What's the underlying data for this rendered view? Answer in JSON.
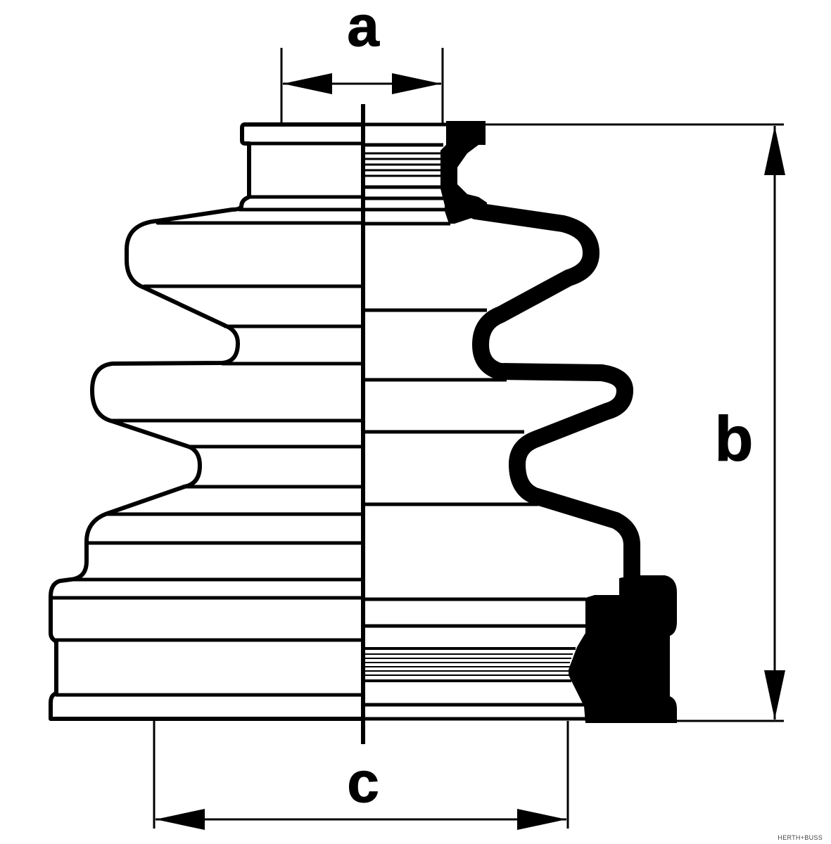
{
  "diagram": {
    "title": "",
    "subject": "CV joint boot (bellow) dimension drawing",
    "dimensions": [
      {
        "key": "a",
        "label": "a"
      },
      {
        "key": "b",
        "label": "b"
      },
      {
        "key": "c",
        "label": "c"
      }
    ]
  },
  "brand": {
    "text": "HERTH+BUSS"
  },
  "colors": {
    "ink": "#000000",
    "paper": "#ffffff"
  }
}
